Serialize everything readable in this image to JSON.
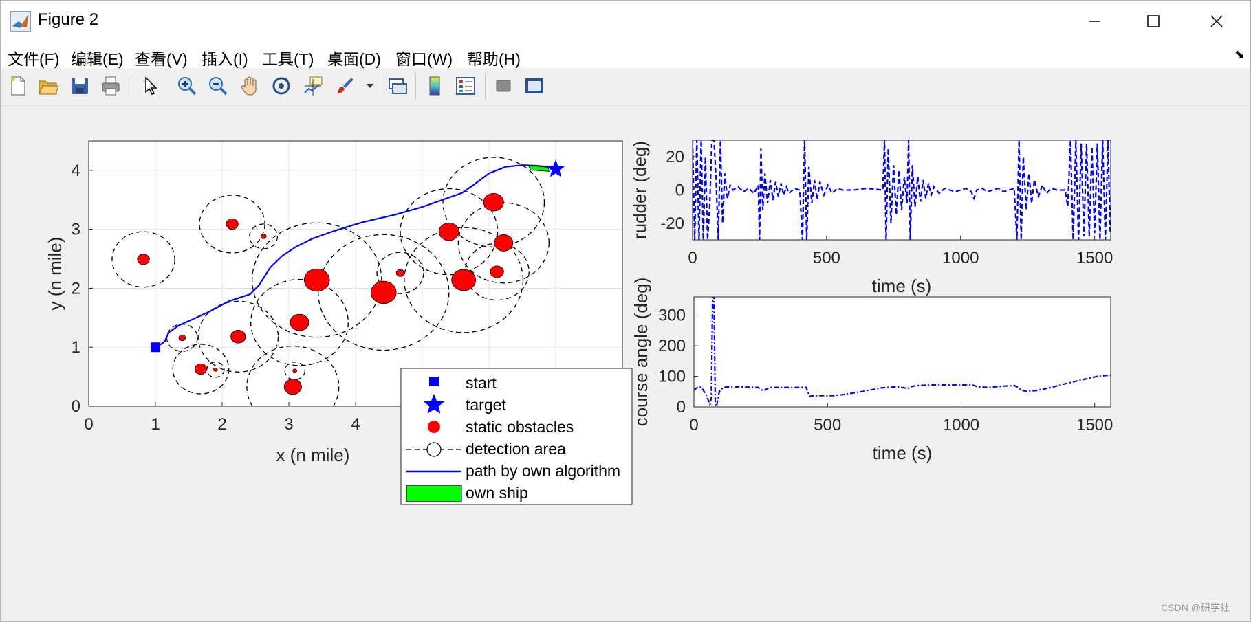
{
  "window": {
    "title": "Figure 2"
  },
  "menu": [
    {
      "label": "文件(F)"
    },
    {
      "label": "编辑(E)"
    },
    {
      "label": "查看(V)"
    },
    {
      "label": "插入(I)"
    },
    {
      "label": "工具(T)"
    },
    {
      "label": "桌面(D)"
    },
    {
      "label": "窗口(W)"
    },
    {
      "label": "帮助(H)"
    }
  ],
  "toolbar_icons": [
    "new-figure-icon",
    "open-file-icon",
    "save-icon",
    "print-icon",
    "pointer-icon",
    "zoom-in-icon",
    "zoom-out-icon",
    "pan-hand-icon",
    "rotate-3d-icon",
    "data-cursor-icon",
    "brush-icon",
    "link-plot-icon",
    "colorbar-icon",
    "legend-icon",
    "hide-plot-tools-icon",
    "show-plot-tools-icon"
  ],
  "watermark": "CSDN @研学社",
  "chart_data": [
    {
      "type": "scatter",
      "xlabel": "x (n mile)",
      "ylabel": "y (n mile)",
      "xlim": [
        0,
        8
      ],
      "ylim": [
        0,
        4.5
      ],
      "xticks": [
        "0",
        "1",
        "2",
        "3",
        "4"
      ],
      "yticks": [
        "0",
        "1",
        "2",
        "3",
        "4"
      ],
      "grid": true,
      "start": {
        "x": 1.0,
        "y": 1.0
      },
      "target": {
        "x": 7.0,
        "y": 4.02
      },
      "obstacles": [
        {
          "x": 0.82,
          "y": 2.49,
          "r": 0.09,
          "detect": 0.47
        },
        {
          "x": 2.15,
          "y": 3.09,
          "r": 0.09,
          "detect": 0.49
        },
        {
          "x": 2.62,
          "y": 2.88,
          "r": 0.04,
          "detect": 0.21
        },
        {
          "x": 1.4,
          "y": 1.16,
          "r": 0.05,
          "detect": 0.23
        },
        {
          "x": 1.68,
          "y": 0.63,
          "r": 0.09,
          "detect": 0.42
        },
        {
          "x": 1.9,
          "y": 0.62,
          "r": 0.03,
          "detect": 0.13
        },
        {
          "x": 2.24,
          "y": 1.18,
          "r": 0.11,
          "detect": 0.6
        },
        {
          "x": 3.42,
          "y": 2.14,
          "r": 0.19,
          "detect": 0.97
        },
        {
          "x": 3.16,
          "y": 1.42,
          "r": 0.14,
          "detect": 0.73
        },
        {
          "x": 3.06,
          "y": 0.33,
          "r": 0.13,
          "detect": 0.69
        },
        {
          "x": 3.09,
          "y": 0.6,
          "r": 0.03,
          "detect": 0.15
        },
        {
          "x": 4.42,
          "y": 1.93,
          "r": 0.19,
          "detect": 0.98
        },
        {
          "x": 4.67,
          "y": 2.26,
          "r": 0.06,
          "detect": 0.35
        },
        {
          "x": 5.4,
          "y": 2.96,
          "r": 0.15,
          "detect": 0.73
        },
        {
          "x": 5.62,
          "y": 2.14,
          "r": 0.18,
          "detect": 0.89
        },
        {
          "x": 6.07,
          "y": 3.46,
          "r": 0.15,
          "detect": 0.76
        },
        {
          "x": 6.22,
          "y": 2.77,
          "r": 0.14,
          "detect": 0.68
        },
        {
          "x": 6.12,
          "y": 2.28,
          "r": 0.1,
          "detect": 0.48
        }
      ],
      "path": [
        [
          1,
          1
        ],
        [
          1.08,
          1.05
        ],
        [
          1.14,
          1.1
        ],
        [
          1.2,
          1.25
        ],
        [
          1.35,
          1.37
        ],
        [
          1.55,
          1.47
        ],
        [
          1.8,
          1.6
        ],
        [
          2.1,
          1.78
        ],
        [
          2.42,
          1.9
        ],
        [
          2.55,
          2.05
        ],
        [
          2.72,
          2.35
        ],
        [
          2.9,
          2.55
        ],
        [
          3.1,
          2.7
        ],
        [
          3.35,
          2.84
        ],
        [
          3.7,
          2.98
        ],
        [
          4.1,
          3.12
        ],
        [
          4.6,
          3.25
        ],
        [
          5.0,
          3.38
        ],
        [
          5.35,
          3.52
        ],
        [
          5.6,
          3.62
        ],
        [
          5.8,
          3.78
        ],
        [
          6.0,
          3.95
        ],
        [
          6.25,
          4.06
        ],
        [
          6.5,
          4.09
        ],
        [
          6.7,
          4.08
        ],
        [
          6.9,
          4.06
        ]
      ],
      "legend": [
        {
          "label": "start"
        },
        {
          "label": "target"
        },
        {
          "label": "static obstacles"
        },
        {
          "label": "detection area"
        },
        {
          "label": "path by own algorithm"
        },
        {
          "label": "own ship"
        }
      ],
      "colors": {
        "path": "#0000ff",
        "obstacle": "#ff0000",
        "ship": "#00ff00",
        "marker": "#0000ff"
      }
    },
    {
      "type": "line",
      "xlabel": "time (s)",
      "ylabel": "rudder (deg)",
      "xlim": [
        0,
        1560
      ],
      "ylim": [
        -30,
        30
      ],
      "xticks": [
        "0",
        "500",
        "1000",
        "1500"
      ],
      "yticks": [
        "20",
        "0",
        "-20"
      ],
      "series": [
        {
          "values": [
            [
              0,
              30
            ],
            [
              8,
              -30
            ],
            [
              16,
              30
            ],
            [
              24,
              -30
            ],
            [
              32,
              30
            ],
            [
              40,
              -30
            ],
            [
              48,
              20
            ],
            [
              56,
              -30
            ],
            [
              64,
              -10
            ],
            [
              72,
              30
            ],
            [
              80,
              30
            ],
            [
              88,
              5
            ],
            [
              96,
              -30
            ],
            [
              104,
              30
            ],
            [
              112,
              -20
            ],
            [
              120,
              10
            ],
            [
              130,
              -5
            ],
            [
              140,
              3
            ],
            [
              150,
              0
            ],
            [
              170,
              2
            ],
            [
              190,
              -1
            ],
            [
              210,
              1
            ],
            [
              230,
              -2
            ],
            [
              245,
              3
            ],
            [
              250,
              -30
            ],
            [
              255,
              25
            ],
            [
              262,
              -12
            ],
            [
              270,
              10
            ],
            [
              280,
              -8
            ],
            [
              290,
              6
            ],
            [
              300,
              -6
            ],
            [
              310,
              5
            ],
            [
              320,
              -4
            ],
            [
              330,
              4
            ],
            [
              340,
              -3
            ],
            [
              350,
              2
            ],
            [
              360,
              -2
            ],
            [
              380,
              1
            ],
            [
              400,
              0
            ],
            [
              410,
              -30
            ],
            [
              418,
              30
            ],
            [
              426,
              -30
            ],
            [
              434,
              14
            ],
            [
              445,
              -8
            ],
            [
              455,
              6
            ],
            [
              465,
              -6
            ],
            [
              475,
              5
            ],
            [
              490,
              -3
            ],
            [
              505,
              3
            ],
            [
              520,
              -2
            ],
            [
              540,
              1
            ],
            [
              560,
              0
            ],
            [
              600,
              0
            ],
            [
              650,
              1
            ],
            [
              710,
              0
            ],
            [
              716,
              30
            ],
            [
              722,
              -30
            ],
            [
              730,
              25
            ],
            [
              740,
              -20
            ],
            [
              750,
              15
            ],
            [
              760,
              -15
            ],
            [
              770,
              12
            ],
            [
              780,
              -12
            ],
            [
              790,
              8
            ],
            [
              800,
              -8
            ],
            [
              806,
              30
            ],
            [
              812,
              -30
            ],
            [
              820,
              15
            ],
            [
              830,
              -10
            ],
            [
              840,
              8
            ],
            [
              850,
              -7
            ],
            [
              860,
              6
            ],
            [
              870,
              -5
            ],
            [
              880,
              4
            ],
            [
              890,
              -3
            ],
            [
              900,
              2
            ],
            [
              920,
              -2
            ],
            [
              940,
              1
            ],
            [
              960,
              0
            ],
            [
              980,
              -1
            ],
            [
              1000,
              0
            ],
            [
              1020,
              1
            ],
            [
              1040,
              -1
            ],
            [
              1050,
              -5
            ],
            [
              1060,
              0
            ],
            [
              1080,
              1
            ],
            [
              1100,
              -1
            ],
            [
              1120,
              0
            ],
            [
              1140,
              1
            ],
            [
              1160,
              -1
            ],
            [
              1180,
              0
            ],
            [
              1200,
              1
            ],
            [
              1210,
              -30
            ],
            [
              1218,
              30
            ],
            [
              1226,
              -30
            ],
            [
              1234,
              20
            ],
            [
              1245,
              -12
            ],
            [
              1255,
              10
            ],
            [
              1265,
              -8
            ],
            [
              1275,
              6
            ],
            [
              1290,
              -4
            ],
            [
              1305,
              3
            ],
            [
              1320,
              -2
            ],
            [
              1340,
              1
            ],
            [
              1360,
              0
            ],
            [
              1390,
              0
            ],
            [
              1400,
              -10
            ],
            [
              1410,
              30
            ],
            [
              1420,
              -30
            ],
            [
              1430,
              30
            ],
            [
              1440,
              -30
            ],
            [
              1450,
              28
            ],
            [
              1460,
              -28
            ],
            [
              1470,
              28
            ],
            [
              1480,
              -28
            ],
            [
              1490,
              26
            ],
            [
              1500,
              -26
            ],
            [
              1510,
              28
            ],
            [
              1520,
              -30
            ],
            [
              1530,
              30
            ],
            [
              1540,
              -30
            ],
            [
              1550,
              30
            ],
            [
              1558,
              -25
            ]
          ]
        }
      ],
      "color": "#0000ff"
    },
    {
      "type": "line",
      "xlabel": "time (s)",
      "ylabel": "course angle (deg)",
      "xlim": [
        0,
        1560
      ],
      "ylim": [
        0,
        360
      ],
      "xticks": [
        "0",
        "500",
        "1000",
        "1500"
      ],
      "yticks": [
        "300",
        "200",
        "100",
        "0"
      ],
      "series": [
        {
          "values": [
            [
              0,
              55
            ],
            [
              10,
              62
            ],
            [
              20,
              66
            ],
            [
              30,
              62
            ],
            [
              45,
              40
            ],
            [
              55,
              20
            ],
            [
              60,
              8
            ],
            [
              65,
              30
            ],
            [
              70,
              360
            ],
            [
              75,
              360
            ],
            [
              80,
              5
            ],
            [
              85,
              3
            ],
            [
              95,
              50
            ],
            [
              110,
              64
            ],
            [
              140,
              66
            ],
            [
              240,
              64
            ],
            [
              255,
              55
            ],
            [
              262,
              52
            ],
            [
              270,
              58
            ],
            [
              290,
              64
            ],
            [
              420,
              64
            ],
            [
              428,
              45
            ],
            [
              435,
              34
            ],
            [
              445,
              37
            ],
            [
              520,
              37
            ],
            [
              560,
              40
            ],
            [
              640,
              52
            ],
            [
              700,
              62
            ],
            [
              760,
              66
            ],
            [
              790,
              62
            ],
            [
              800,
              60
            ],
            [
              810,
              65
            ],
            [
              830,
              70
            ],
            [
              900,
              72
            ],
            [
              1040,
              72
            ],
            [
              1050,
              70
            ],
            [
              1060,
              66
            ],
            [
              1100,
              64
            ],
            [
              1160,
              68
            ],
            [
              1200,
              70
            ],
            [
              1210,
              65
            ],
            [
              1225,
              55
            ],
            [
              1240,
              52
            ],
            [
              1280,
              53
            ],
            [
              1330,
              62
            ],
            [
              1400,
              78
            ],
            [
              1460,
              90
            ],
            [
              1510,
              100
            ],
            [
              1560,
              104
            ]
          ]
        }
      ],
      "color": "#0000ff"
    }
  ]
}
